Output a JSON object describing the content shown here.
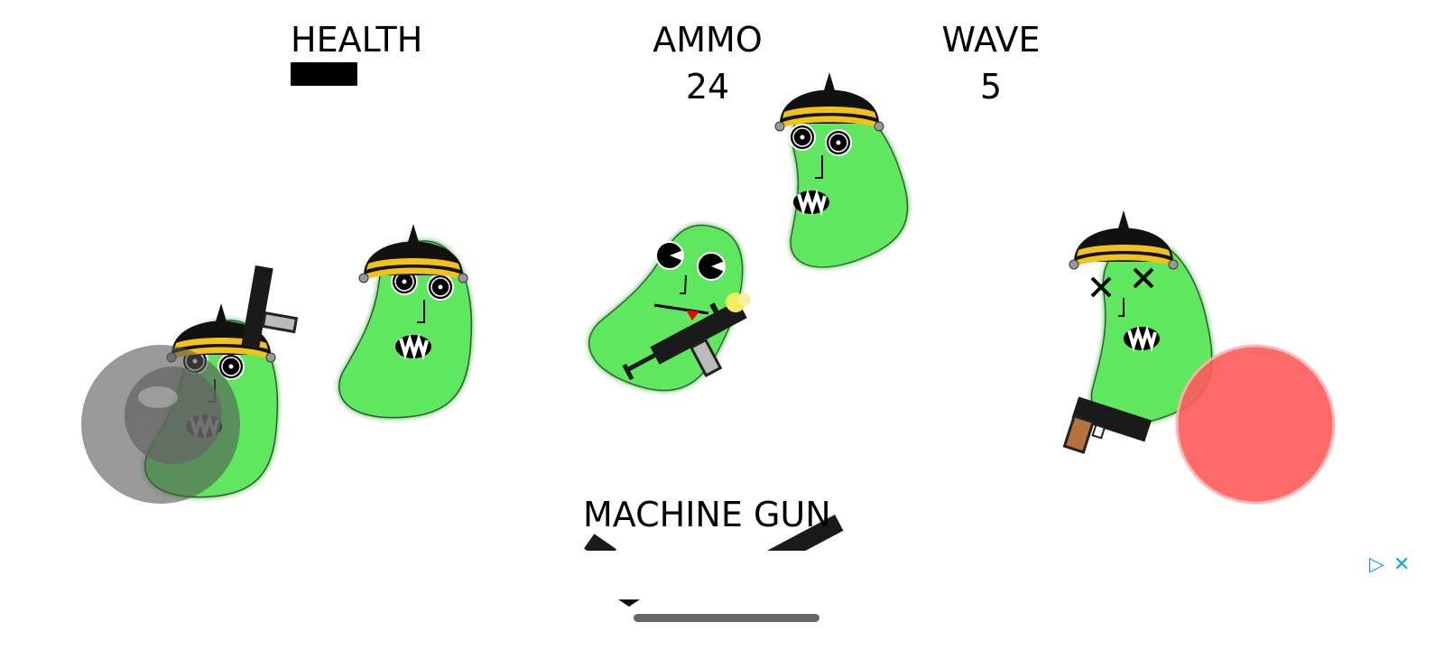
{
  "hud": {
    "health_label": "HEALTH",
    "health_fraction": 0.25,
    "ammo_label": "AMMO",
    "ammo_value": "24",
    "wave_label": "WAVE",
    "wave_value": "5",
    "weapon_name": "MACHINE GUN"
  },
  "colors": {
    "zombie": "#5ee85e",
    "helmet": "#111111",
    "stripe": "#f2c21a",
    "fire_button": "#ff5a5a",
    "joystick": "#555555",
    "ad_accent": "#12a5d6"
  },
  "icons": [
    "ad-choices-icon",
    "close-icon"
  ]
}
